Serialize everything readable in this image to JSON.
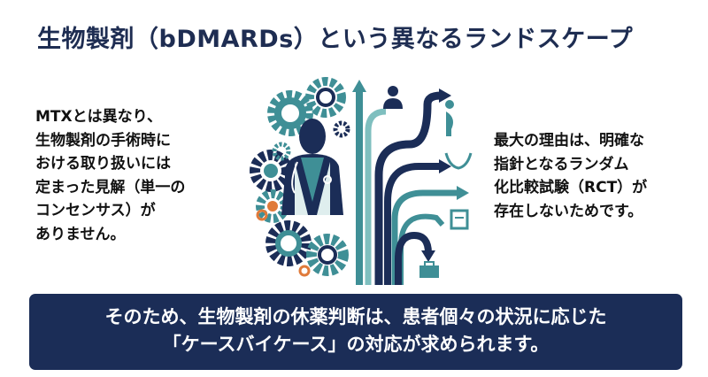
{
  "title": "生物製剤（bDMARDs）という異なるランドスケープ",
  "left_text": [
    "MTXとは異なり、",
    "生物製剤の手術時に",
    "おける取り扱いには",
    "定まった見解（単一の",
    "コンセンサス）が",
    "ありません。"
  ],
  "right_text": [
    "最大の理由は、明確な",
    "指針となるランダム",
    "化比較試験（RCT）が",
    "存在しないためです。"
  ],
  "conclusion": [
    "そのため、生物製剤の休薬判断は、患者個々の状況に応じた",
    "「ケースバイケース」の対応が求められます。"
  ],
  "colors": {
    "navy": "#1b2d57",
    "teal": "#3f8f96",
    "light_teal": "#7fbfbf",
    "orange": "#e07a3a"
  },
  "illustration_icons": [
    "doctor-icon",
    "gear-icon",
    "branching-arrows-icon",
    "pregnant-patient-icon",
    "caring-hands-icon",
    "clipboard-icon",
    "briefcase-icon",
    "physician-icon"
  ]
}
